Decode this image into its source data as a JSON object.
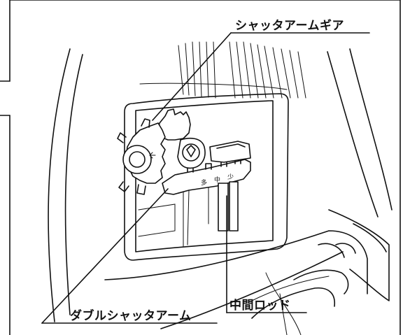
{
  "callouts": {
    "shutter_arm_gear": "シャッタアームギア",
    "double_shutter_arm": "ダブルシャッタアーム",
    "middle_rod": "中間ロッド"
  },
  "scale_marks": [
    "多",
    "中",
    "少"
  ]
}
